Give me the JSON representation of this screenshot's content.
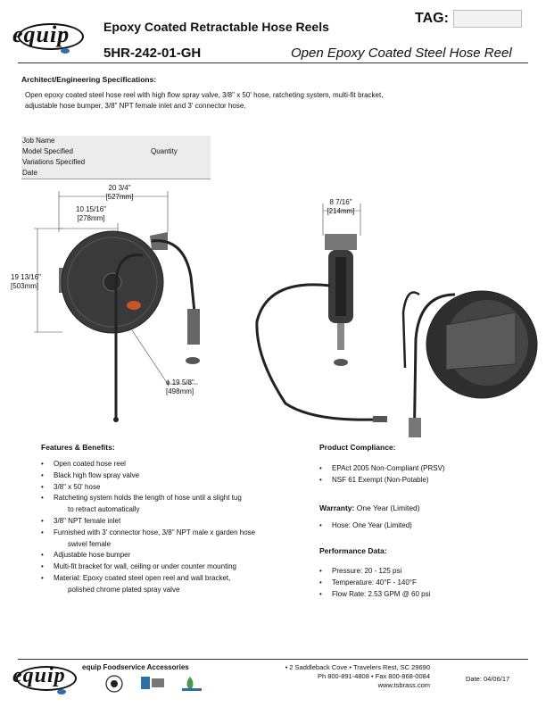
{
  "header": {
    "logo_text": "equip",
    "title": "Epoxy Coated Retractable Hose Reels",
    "model": "5HR-242-01-GH",
    "subtitle": "Open Epoxy Coated Steel Hose Reel",
    "tag_label": "TAG:",
    "tag_value": ""
  },
  "specs": {
    "heading": "Architect/Engineering Specifications:",
    "line1": "Open epoxy coated steel hose reel with high flow spray valve, 3/8\" x 50' hose, ratcheting system, multi-fit bracket,",
    "line2": "adjustable hose bumper, 3/8\" NPT female inlet and 3' connector hose."
  },
  "job_form": {
    "job_name": "Job Name",
    "model_specified": "Model Specified",
    "quantity": "Quantity",
    "variations": "Variations Specified",
    "date": "Date"
  },
  "dimensions": {
    "width_in": "20 3/4\"",
    "width_mm": "[527mm]",
    "half_in": "10 15/16\"",
    "half_mm": "[278mm]",
    "height_in": "19 13/16\"",
    "height_mm": "[503mm]",
    "dia_in": "ϕ 19 5/8\"",
    "dia_mm": "[498mm]",
    "depth_in": "8 7/16\"",
    "depth_mm": "[214mm]"
  },
  "features": {
    "heading": "Features & Benefits:",
    "items": [
      {
        "l1": "Open coated hose reel",
        "l2": ""
      },
      {
        "l1": "Black high flow spray valve",
        "l2": ""
      },
      {
        "l1": "3/8\" x 50' hose",
        "l2": ""
      },
      {
        "l1": "Ratcheting system holds the length of hose until a slight tug",
        "l2": "to retract automatically"
      },
      {
        "l1": "3/8\" NPT female inlet",
        "l2": ""
      },
      {
        "l1": "Furnished with 3' connector hose, 3/8\" NPT male x garden hose",
        "l2": "swivel female"
      },
      {
        "l1": "Adjustable hose bumper",
        "l2": ""
      },
      {
        "l1": "Multi-fit bracket for wall, ceiling or under counter mounting",
        "l2": ""
      },
      {
        "l1": "Material: Epoxy coated steel open reel and wall bracket,",
        "l2": "polished chrome plated spray valve"
      }
    ]
  },
  "compliance": {
    "heading": "Product Compliance:",
    "items": [
      "EPAct 2005 Non-Compliant (PRSV)",
      "NSF 61 Exempt (Non-Potable)"
    ]
  },
  "warranty": {
    "heading": "Warranty:",
    "heading_value": "One Year (Limited)",
    "items": [
      "Hose: One Year (Limited)"
    ]
  },
  "performance": {
    "heading": "Performance Data:",
    "items": [
      "Pressure: 20 - 125 psi",
      "Temperature: 40°F - 140°F",
      "Flow Rate: 2.53 GPM @ 60 psi"
    ]
  },
  "footer": {
    "brand": "equip Foodservice Accessories",
    "address": "• 2 Saddleback Cove • Travelers Rest, SC 29690",
    "phone": "Ph 800-891-4808 • Fax 800-868-0084",
    "web": "www.tsbrass.com",
    "date": "Date: 04/06/17"
  },
  "colors": {
    "reel_dark": "#3a3a3a",
    "accent_orange": "#c8562a",
    "logo_blue": "#2f6fa8"
  }
}
